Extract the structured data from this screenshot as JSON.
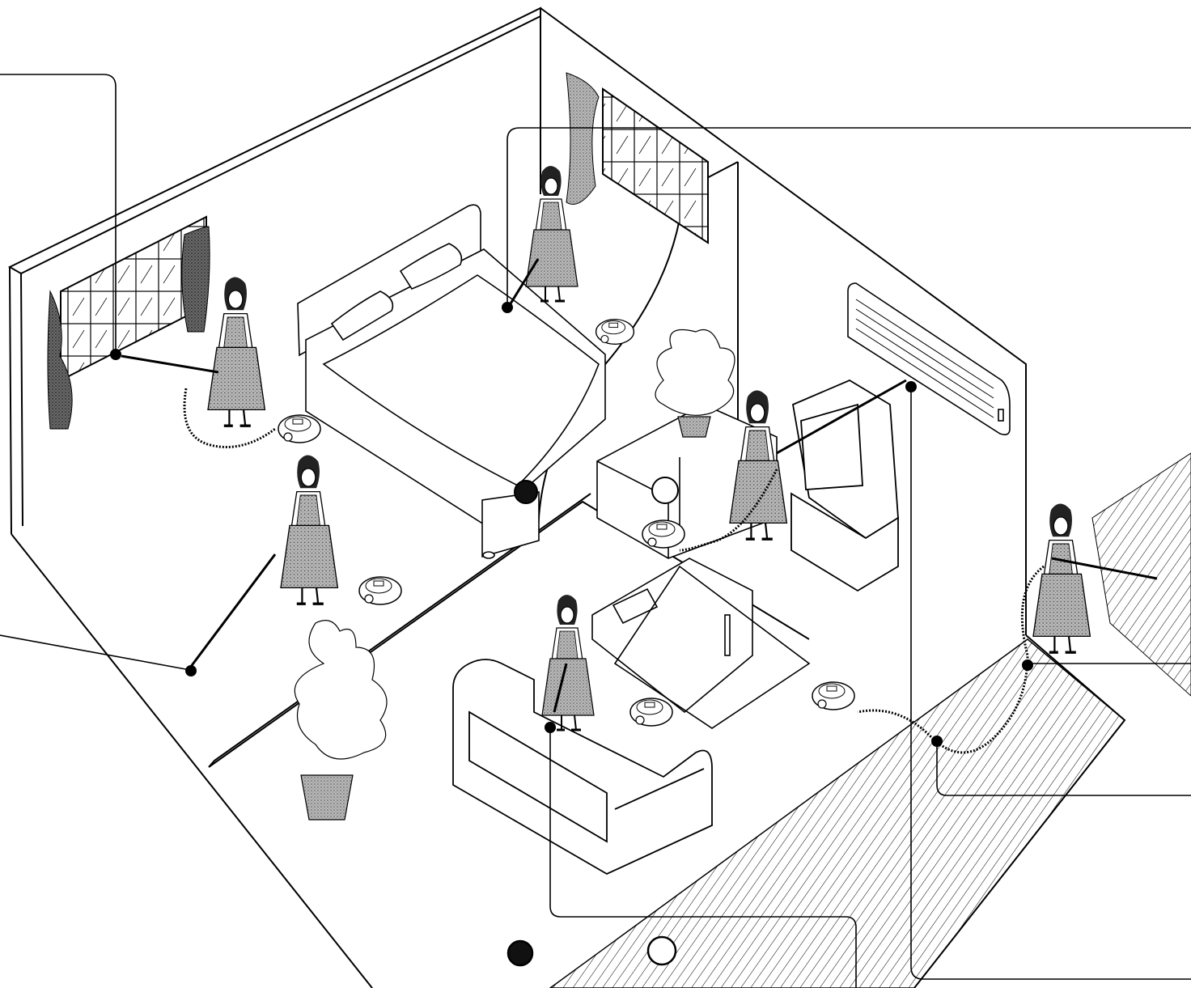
{
  "colors": {
    "ink": "#000000",
    "paper": "#ffffff",
    "fabric": "#9a9a9a",
    "dark_fabric": "#5a5a5a"
  },
  "figures": [
    {
      "id": "window-sill",
      "icon": "person-with-vacuum"
    },
    {
      "id": "upper-room-floor",
      "icon": "person-with-vacuum"
    },
    {
      "id": "carpet-floor",
      "icon": "person-with-vacuum"
    },
    {
      "id": "air-conditioner",
      "icon": "person-with-vacuum"
    },
    {
      "id": "sofa",
      "icon": "person-with-vacuum"
    },
    {
      "id": "stairs",
      "icon": "person-with-vacuum"
    }
  ],
  "legend_markers": [
    {
      "kind": "filled",
      "icon": "filled-circle-icon"
    },
    {
      "kind": "open",
      "icon": "open-circle-icon"
    }
  ],
  "callouts": [
    {
      "id": "window",
      "marker": "filled"
    },
    {
      "id": "bedroom-floor",
      "marker": "filled"
    },
    {
      "id": "carpet",
      "marker": "filled"
    },
    {
      "id": "bed",
      "marker": "filled"
    },
    {
      "id": "air-conditioner",
      "marker": "filled"
    },
    {
      "id": "cabinet",
      "marker": "open"
    },
    {
      "id": "sofa",
      "marker": "filled"
    },
    {
      "id": "stairs",
      "marker": "filled"
    },
    {
      "id": "hose",
      "marker": "filled"
    }
  ]
}
